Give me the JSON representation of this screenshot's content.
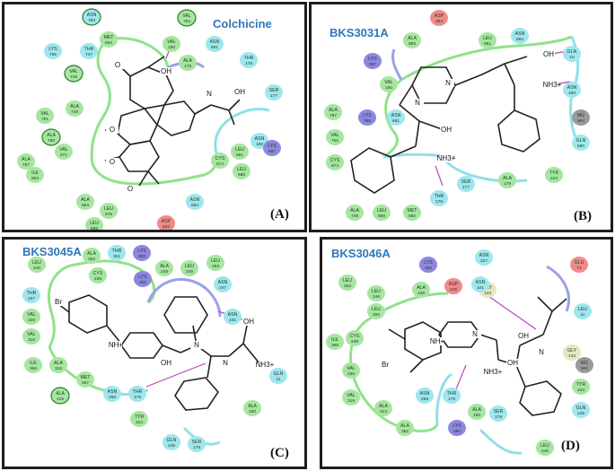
{
  "panels": [
    {
      "id": "A",
      "title": "Colchicine",
      "label": "(A)",
      "residues": [
        {
          "t": "ASN",
          "n": "783",
          "c": "cyan",
          "o": true
        },
        {
          "t": "VAL",
          "n": "784",
          "c": "green",
          "o": true
        },
        {
          "t": "MET",
          "n": "692",
          "c": "green"
        },
        {
          "t": "LYS",
          "n": "785",
          "c": "cyan"
        },
        {
          "t": "THR",
          "n": "747",
          "c": "cyan"
        },
        {
          "t": "VAL",
          "n": "180",
          "c": "green"
        },
        {
          "t": "ASN",
          "n": "691",
          "c": "cyan"
        },
        {
          "t": "VAL",
          "n": "748",
          "c": "green",
          "o": true
        },
        {
          "t": "ALA",
          "n": "179",
          "c": "green"
        },
        {
          "t": "THR",
          "n": "178",
          "c": "cyan"
        },
        {
          "t": "ALA",
          "n": "749",
          "c": "green"
        },
        {
          "t": "VAL",
          "n": "751",
          "c": "green"
        },
        {
          "t": "SER",
          "n": "177",
          "c": "cyan"
        },
        {
          "t": "ALA",
          "n": "750",
          "c": "green",
          "o": true
        },
        {
          "t": "ASN",
          "n": "100",
          "c": "cyan"
        },
        {
          "t": "ALA",
          "n": "787",
          "c": "green"
        },
        {
          "t": "VAL",
          "n": "671",
          "c": "green"
        },
        {
          "t": "LEU",
          "n": "681",
          "c": "green"
        },
        {
          "t": "LYS",
          "n": "687",
          "c": "purple"
        },
        {
          "t": "ILE",
          "n": "803",
          "c": "green"
        },
        {
          "t": "CYS",
          "n": "674",
          "c": "green"
        },
        {
          "t": "LEU",
          "n": "688",
          "c": "green"
        },
        {
          "t": "ALA",
          "n": "683",
          "c": "green"
        },
        {
          "t": "LEU",
          "n": "675",
          "c": "green"
        },
        {
          "t": "ASN",
          "n": "682",
          "c": "cyan"
        },
        {
          "t": "LEU",
          "n": "685",
          "c": "green"
        },
        {
          "t": "ASP",
          "n": "684",
          "c": "red"
        }
      ],
      "atoms": [
        "O",
        "OH",
        "N",
        "OH",
        "O",
        "O",
        "O"
      ]
    },
    {
      "id": "B",
      "title": "BKS3031A",
      "label": "(B)",
      "residues": [
        {
          "t": "ASP",
          "n": "684",
          "c": "red"
        },
        {
          "t": "ALA",
          "n": "683",
          "c": "green"
        },
        {
          "t": "LEU",
          "n": "681",
          "c": "green"
        },
        {
          "t": "ASN",
          "n": "682",
          "c": "cyan"
        },
        {
          "t": "LYS",
          "n": "687",
          "c": "purple"
        },
        {
          "t": "GLN",
          "n": "10",
          "c": "cyan"
        },
        {
          "t": "VAL",
          "n": "180",
          "c": "green"
        },
        {
          "t": "ASN",
          "n": "100",
          "c": "cyan"
        },
        {
          "t": "ALA",
          "n": "787",
          "c": "green"
        },
        {
          "t": "LYS",
          "n": "785",
          "c": "purple"
        },
        {
          "t": "ASN",
          "n": "691",
          "c": "cyan"
        },
        {
          "t": "MG",
          "n": "864",
          "c": "gray"
        },
        {
          "t": "VAL",
          "n": "751",
          "c": "green"
        },
        {
          "t": "GLN",
          "n": "680",
          "c": "cyan"
        },
        {
          "t": "CYS",
          "n": "674",
          "c": "green"
        },
        {
          "t": "SER",
          "n": "177",
          "c": "cyan"
        },
        {
          "t": "ALA",
          "n": "179",
          "c": "green"
        },
        {
          "t": "TYR",
          "n": "223",
          "c": "green"
        },
        {
          "t": "THR",
          "n": "178",
          "c": "cyan"
        },
        {
          "t": "ALA",
          "n": "749",
          "c": "green"
        },
        {
          "t": "LEU",
          "n": "688",
          "c": "green"
        },
        {
          "t": "MET",
          "n": "692",
          "c": "green"
        }
      ],
      "atoms": [
        "N",
        "N",
        "OH",
        "NH3+",
        "OH",
        "NH3+"
      ]
    },
    {
      "id": "C",
      "title": "BKS3045A",
      "label": "(C)",
      "residues": [
        {
          "t": "ALA",
          "n": "352",
          "c": "green"
        },
        {
          "t": "THR",
          "n": "351",
          "c": "cyan"
        },
        {
          "t": "LYS",
          "n": "350",
          "c": "purple"
        },
        {
          "t": "LEU",
          "n": "240",
          "c": "green"
        },
        {
          "t": "CYS",
          "n": "239",
          "c": "green"
        },
        {
          "t": "ALA",
          "n": "248",
          "c": "green"
        },
        {
          "t": "LEU",
          "n": "246",
          "c": "green"
        },
        {
          "t": "LEU",
          "n": "253",
          "c": "green"
        },
        {
          "t": "LYS",
          "n": "252",
          "c": "purple"
        },
        {
          "t": "ASN",
          "n": "247",
          "c": "cyan"
        },
        {
          "t": "THR",
          "n": "237",
          "c": "cyan"
        },
        {
          "t": "ASN",
          "n": "101",
          "c": "cyan"
        },
        {
          "t": "VAL",
          "n": "236",
          "c": "green"
        },
        {
          "t": "VAL",
          "n": "316",
          "c": "green"
        },
        {
          "t": "ILE",
          "n": "368",
          "c": "green"
        },
        {
          "t": "ALA",
          "n": "316",
          "c": "green"
        },
        {
          "t": "MET",
          "n": "257",
          "c": "green"
        },
        {
          "t": "ASN",
          "n": "258",
          "c": "cyan"
        },
        {
          "t": "THR",
          "n": "179",
          "c": "cyan"
        },
        {
          "t": "GLN",
          "n": "11",
          "c": "cyan"
        },
        {
          "t": "ALA",
          "n": "315",
          "c": "green",
          "o": true
        },
        {
          "t": "TYR",
          "n": "224",
          "c": "green"
        },
        {
          "t": "ALA",
          "n": "180",
          "c": "green"
        },
        {
          "t": "GLN",
          "n": "245",
          "c": "cyan"
        },
        {
          "t": "SER",
          "n": "178",
          "c": "cyan"
        }
      ],
      "atoms": [
        "Br",
        "NH+",
        "N",
        "OH",
        "N",
        "OH",
        "NH3+"
      ]
    },
    {
      "id": "D",
      "title": "BKS3046A",
      "label": "(D)",
      "residues": [
        {
          "t": "ASN",
          "n": "347",
          "c": "cyan"
        },
        {
          "t": "LYS",
          "n": "252",
          "c": "purple"
        },
        {
          "t": "GLU",
          "n": "71",
          "c": "red"
        },
        {
          "t": "LEU",
          "n": "253",
          "c": "green"
        },
        {
          "t": "GLY",
          "n": "143",
          "c": "yellow"
        },
        {
          "t": "ALA",
          "n": "248",
          "c": "green"
        },
        {
          "t": "ASP",
          "n": "249",
          "c": "red"
        },
        {
          "t": "ASN",
          "n": "101",
          "c": "cyan"
        },
        {
          "t": "LEU",
          "n": "246",
          "c": "green"
        },
        {
          "t": "LEU",
          "n": "250",
          "c": "green"
        },
        {
          "t": "ILE",
          "n": "368",
          "c": "green"
        },
        {
          "t": "LEU",
          "n": "11",
          "c": "cyan"
        },
        {
          "t": "CYS",
          "n": "239",
          "c": "green"
        },
        {
          "t": "GLY",
          "n": "144",
          "c": "yellow"
        },
        {
          "t": "VAL",
          "n": "236",
          "c": "green"
        },
        {
          "t": "MG",
          "n": "501",
          "c": "gray"
        },
        {
          "t": "ASN",
          "n": "258",
          "c": "cyan"
        },
        {
          "t": "THR",
          "n": "179",
          "c": "cyan"
        },
        {
          "t": "TYR",
          "n": "224",
          "c": "green"
        },
        {
          "t": "VAL",
          "n": "316",
          "c": "green"
        },
        {
          "t": "ALA",
          "n": "314",
          "c": "green"
        },
        {
          "t": "ALA",
          "n": "180",
          "c": "green"
        },
        {
          "t": "SER",
          "n": "178",
          "c": "cyan"
        },
        {
          "t": "GLN",
          "n": "245",
          "c": "cyan"
        },
        {
          "t": "ALA",
          "n": "352",
          "c": "green"
        },
        {
          "t": "LYS",
          "n": "350",
          "c": "purple"
        },
        {
          "t": "LEU",
          "n": "240",
          "c": "green"
        }
      ],
      "atoms": [
        "NH+",
        "N",
        "Br",
        "OH",
        "N",
        "OH",
        "NH3+"
      ]
    }
  ],
  "colors": {
    "green": "#a6e6a0",
    "cyan": "#9fe6ef",
    "purple": "#8e86e0",
    "red": "#f08a8a",
    "gray": "#9a9a9a",
    "yellow": "#e6e6c2",
    "title": "#2e77b8",
    "border": "#1d1d1d"
  }
}
